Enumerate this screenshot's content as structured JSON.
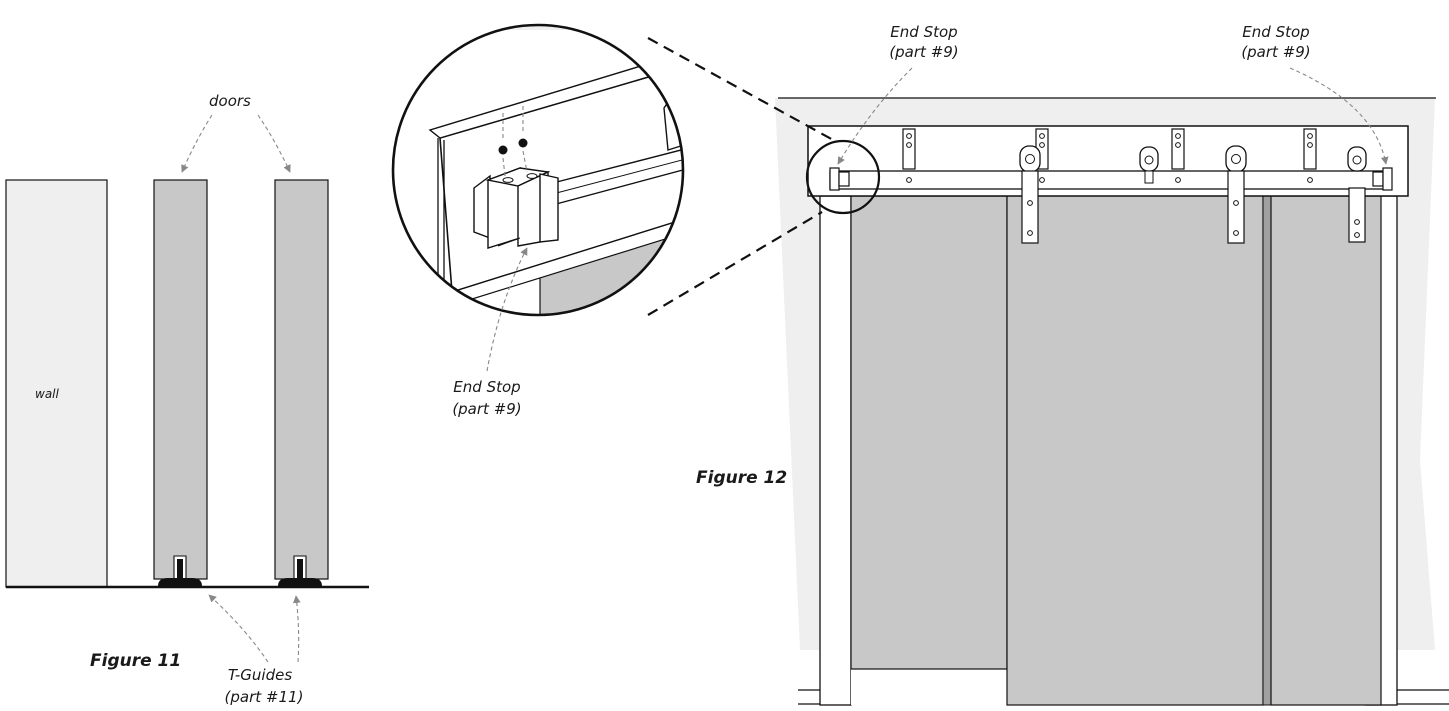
{
  "figure11": {
    "title": "Figure 11",
    "wall_label": "wall",
    "doors_label": "doors",
    "tguides_label": "T-Guides",
    "tguides_part": "(part #11)"
  },
  "figure12": {
    "title": "Figure 12",
    "endstop_left_label": "End Stop",
    "endstop_left_part": "(part #9)",
    "endstop_right_label": "End Stop",
    "endstop_right_part": "(part #9)",
    "detail_label": "End Stop",
    "detail_part": "(part #9)"
  },
  "colors": {
    "door_gray": "#c8c8c8",
    "wall_gray": "#efefef",
    "line": "#111111",
    "callout": "#888888"
  }
}
